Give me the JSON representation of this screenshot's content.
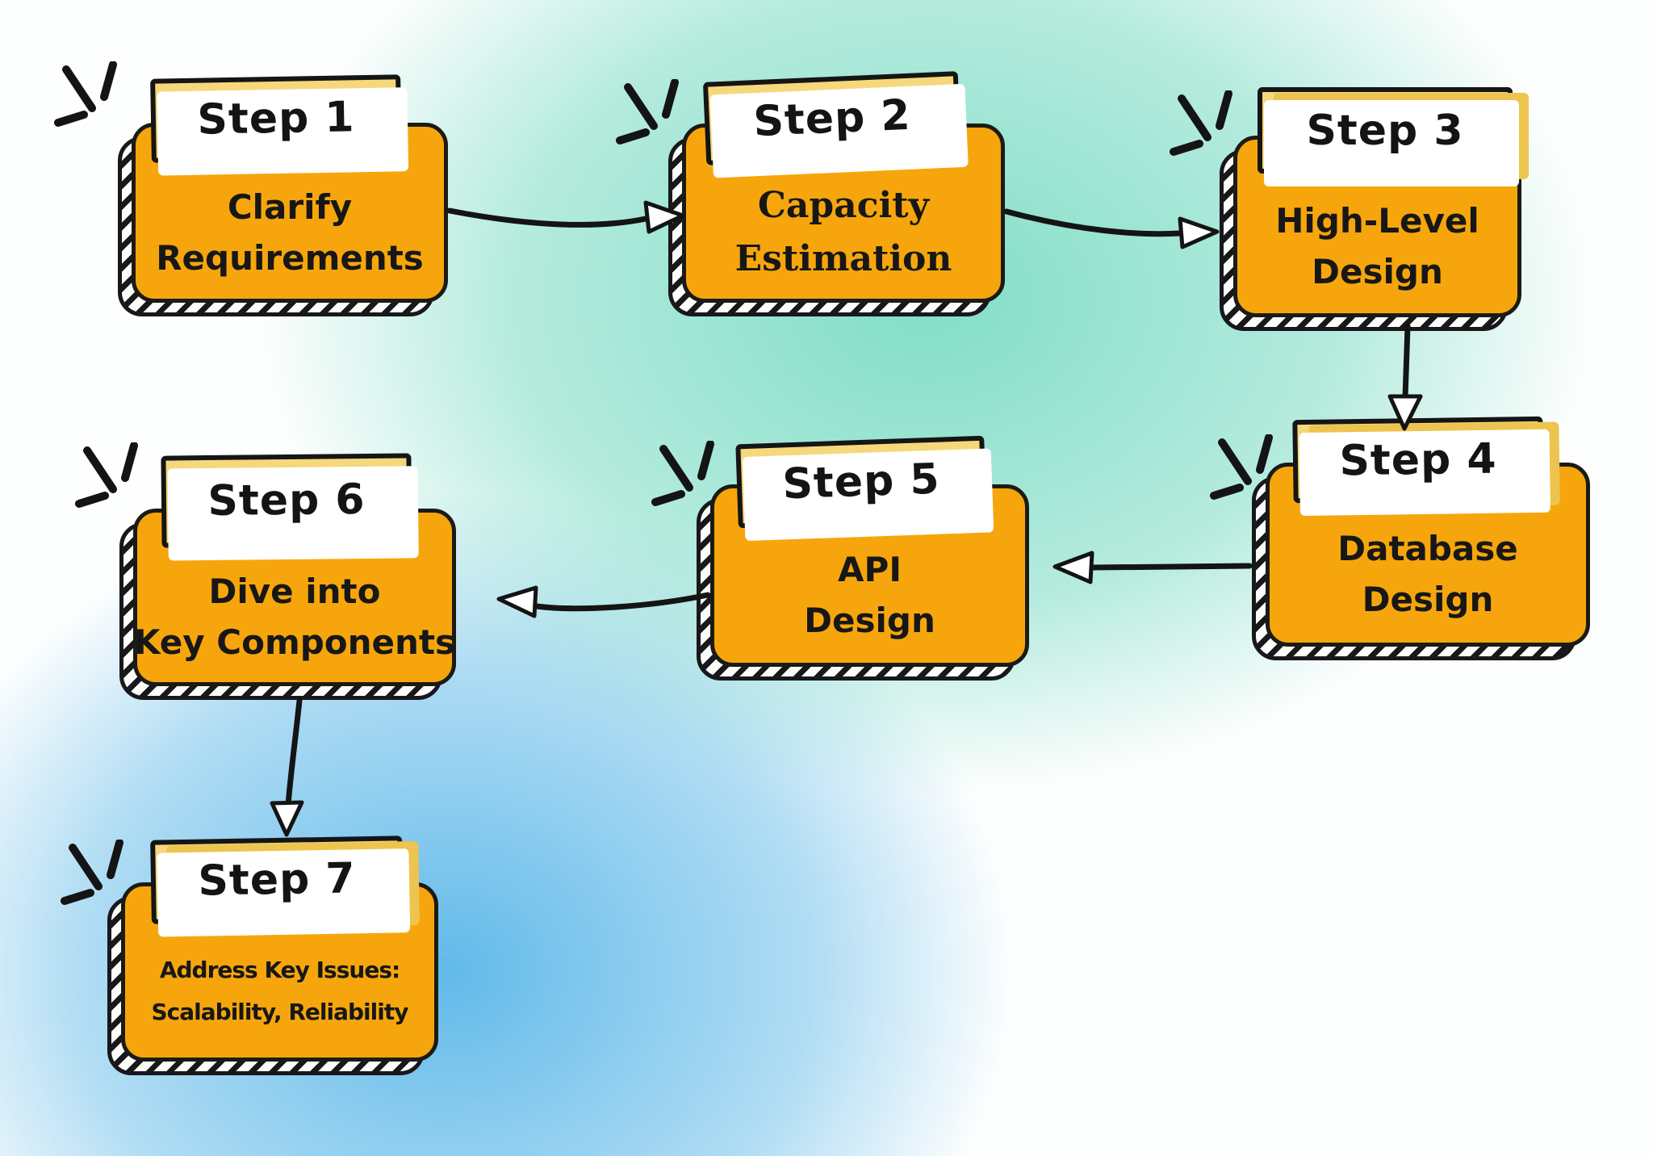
{
  "diagram": {
    "type": "flowchart",
    "steps": [
      {
        "label": "Step 1",
        "line1": "Clarify",
        "line2": "Requirements"
      },
      {
        "label": "Step 2",
        "line1": "Capacity",
        "line2": "Estimation"
      },
      {
        "label": "Step 3",
        "line1": "High-Level",
        "line2": "Design"
      },
      {
        "label": "Step 4",
        "line1": "Database",
        "line2": "Design"
      },
      {
        "label": "Step 5",
        "line1": "API",
        "line2": "Design"
      },
      {
        "label": "Step 6",
        "line1": "Dive into",
        "line2": "Key Components"
      },
      {
        "label": "Step 7",
        "line1": "Address Key Issues:",
        "line2": "Scalability, Reliability"
      }
    ],
    "connections": [
      {
        "from": "Step 1",
        "to": "Step 2"
      },
      {
        "from": "Step 2",
        "to": "Step 3"
      },
      {
        "from": "Step 3",
        "to": "Step 4"
      },
      {
        "from": "Step 4",
        "to": "Step 5"
      },
      {
        "from": "Step 5",
        "to": "Step 6"
      },
      {
        "from": "Step 6",
        "to": "Step 7"
      }
    ],
    "colors": {
      "card_fill": "#F6A60C",
      "banner_fill": "#F5D87B",
      "banner_offset": "#EDC44F",
      "outline": "#181818",
      "arrow": "#141414",
      "background_teal": "#7BDCC4",
      "background_blue": "#54B4E8"
    }
  }
}
